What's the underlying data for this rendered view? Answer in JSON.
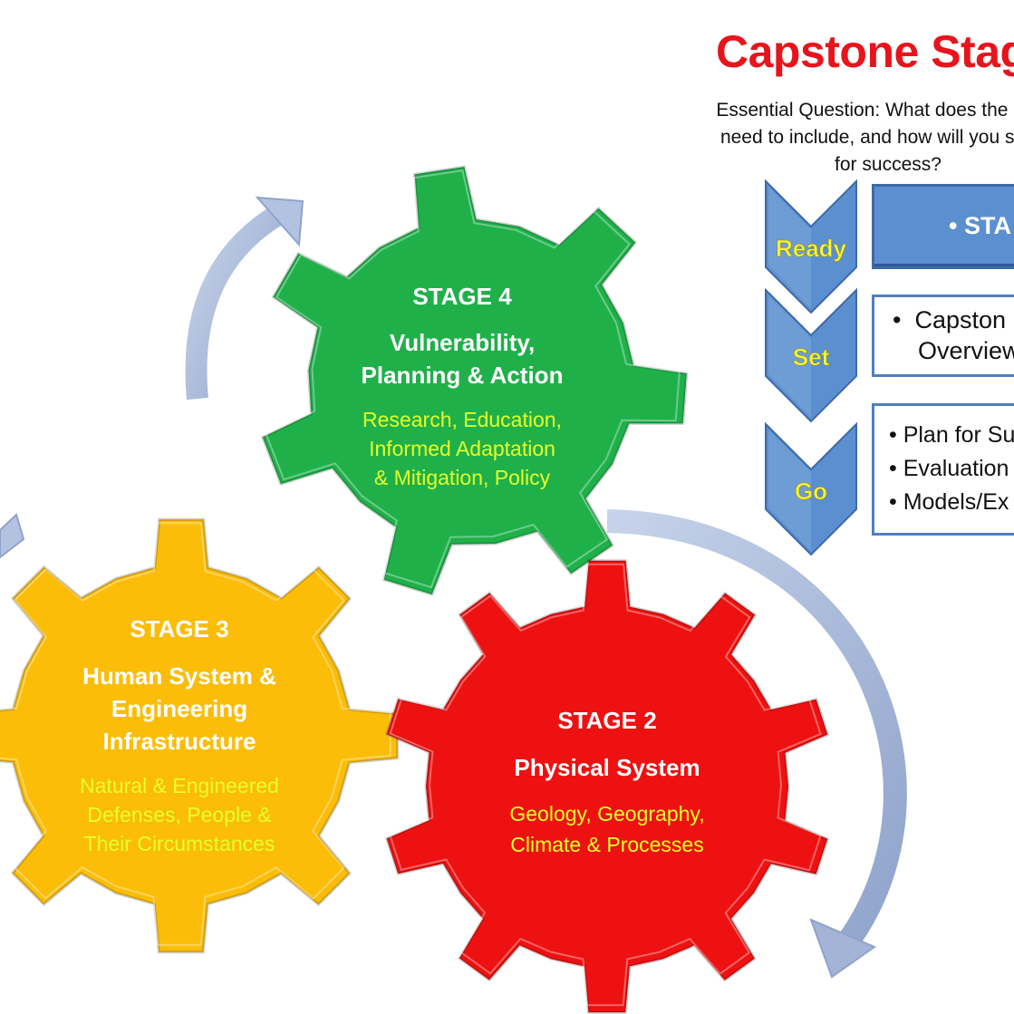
{
  "title": "Capstone Stag",
  "essential_question": [
    "Essential Question: What does the cours",
    "need to include, and how will you set yo",
    "for success?"
  ],
  "steps": [
    {
      "label": "Ready",
      "items": [
        "STA"
      ],
      "filled": true
    },
    {
      "label": "Set",
      "items": [
        "Capston",
        "Overview"
      ],
      "filled": false
    },
    {
      "label": "Go",
      "items": [
        "Plan for Su",
        "Evaluation",
        "Models/Ex"
      ],
      "filled": false
    }
  ],
  "gears": [
    {
      "stage": "STAGE 4",
      "title": [
        "Vulnerability,",
        "Planning & Action"
      ],
      "desc": [
        "Research, Education,",
        "Informed Adaptation",
        "& Mitigation, Policy"
      ],
      "color": "#1fb04a"
    },
    {
      "stage": "STAGE 3",
      "title": [
        "Human System &",
        "Engineering",
        "Infrastructure"
      ],
      "desc": [
        "Natural & Engineered",
        "Defenses, People &",
        "Their Circumstances"
      ],
      "color": "#fbbd08"
    },
    {
      "stage": "STAGE 2",
      "title": [
        "Physical System"
      ],
      "desc": [
        "Geology, Geography,",
        "Climate & Processes"
      ],
      "color": "#ee1111"
    }
  ],
  "colors": {
    "title": "#e8141c",
    "stage_text": "#ffffff",
    "desc_text": "#e5ff2a",
    "chevron": "#5b8fd0",
    "step_label": "#f4f43a",
    "arrow": "#a9b9d9"
  }
}
